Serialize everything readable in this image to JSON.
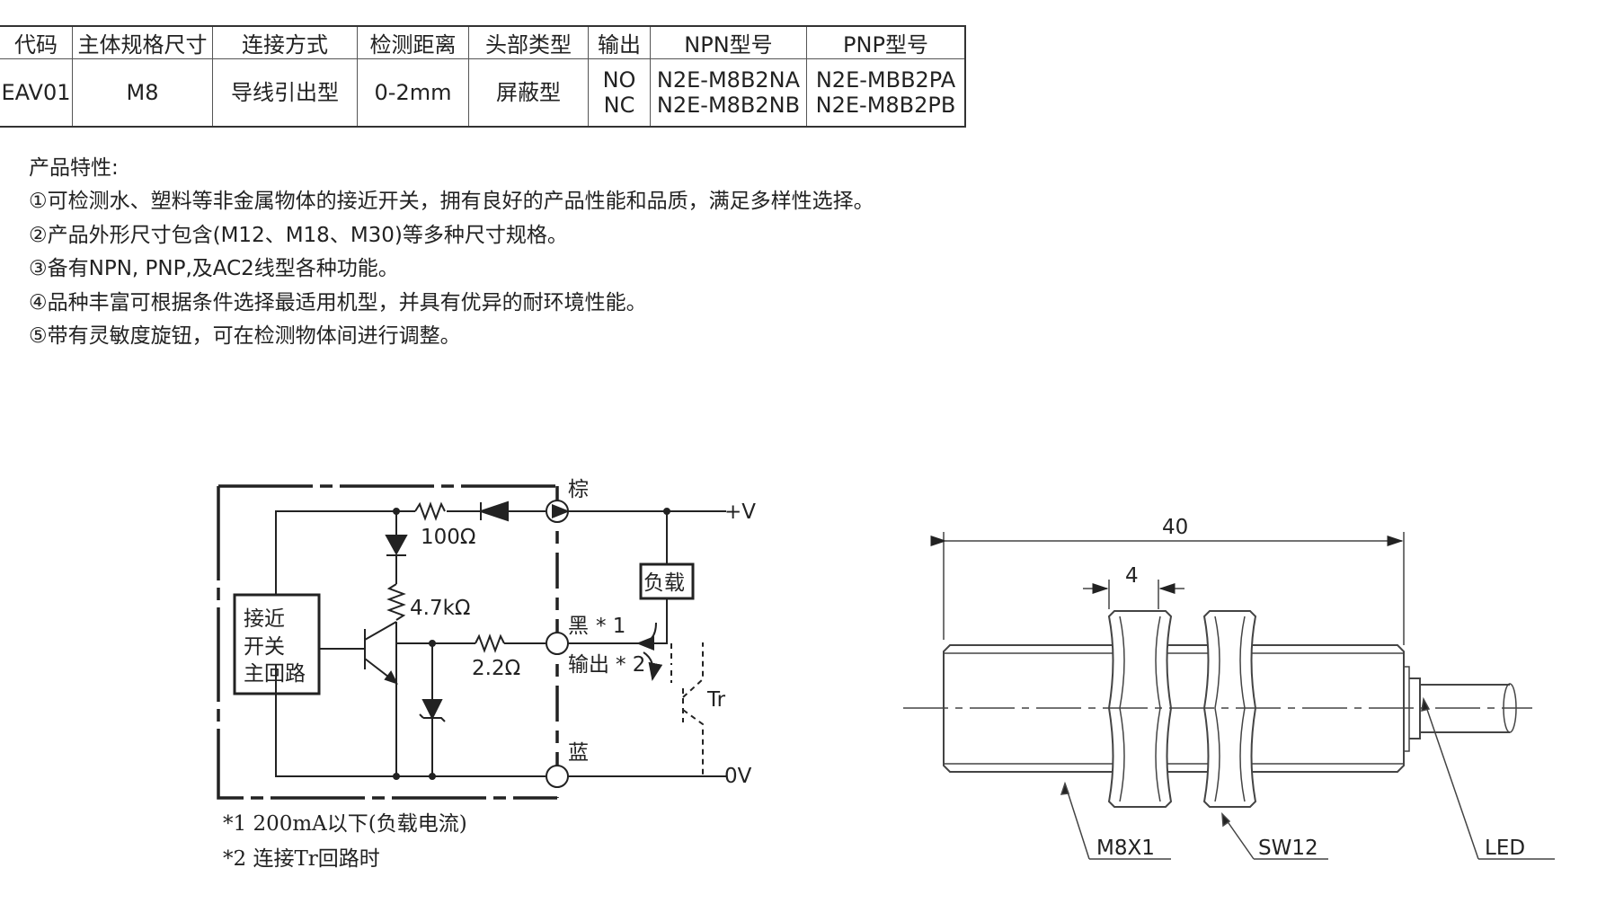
{
  "table": {
    "headers": [
      "代码",
      "主体规格尺寸",
      "连接方式",
      "检测距离",
      "头部类型",
      "输出",
      "NPN型号",
      "PNP型号"
    ],
    "row": {
      "code": "EAV01",
      "size": "M8",
      "connection": "导线引出型",
      "distance": "0-2mm",
      "head_type": "屏蔽型",
      "output": [
        "NO",
        "NC"
      ],
      "npn": [
        "N2E-M8B2NA",
        "N2E-M8B2NB"
      ],
      "pnp": [
        "N2E-MBB2PA",
        "N2E-M8B2PB"
      ]
    }
  },
  "features": {
    "title": "产品特性:",
    "items": [
      "①可检测水、塑料等非金属物体的接近开关，拥有良好的产品性能和品质，满足多样性选择。",
      "②产品外形尺寸包含(M12、M18、M30)等多种尺寸规格。",
      "③备有NPN, PNP,及AC2线型各种功能。",
      "④品种丰富可根据条件选择最适用机型，并具有优异的耐环境性能。",
      "⑤带有灵敏度旋钮，可在检测物体间进行调整。"
    ]
  },
  "circuit": {
    "main_circuit": [
      "接近",
      "开关",
      "主回路"
    ],
    "r1": "100Ω",
    "r2": "4.7kΩ",
    "r3": "2.2Ω",
    "brown": "棕",
    "black": "黑",
    "star1": "* 1",
    "output": "输出",
    "star2": "* 2",
    "blue": "蓝",
    "load": "负载",
    "vplus": "+V",
    "zero_v": "0V",
    "tr": "Tr",
    "note1": "*1  200mA以下(负载电流)",
    "note2": "*2  连接Tr回路时"
  },
  "dimension": {
    "length": "40",
    "nut_width": "4",
    "thread": "M8X1",
    "wrench": "SW12",
    "led": "LED"
  }
}
